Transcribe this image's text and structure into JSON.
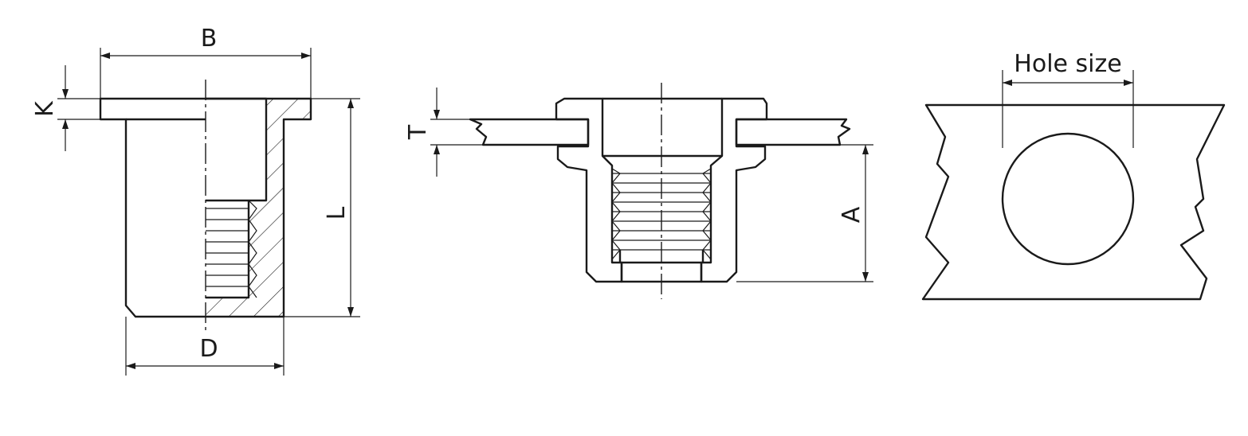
{
  "diagram": {
    "labels": {
      "B": "B",
      "K": "K",
      "L": "L",
      "D": "D",
      "T": "T",
      "A": "A",
      "hole_size": "Hole size"
    }
  }
}
